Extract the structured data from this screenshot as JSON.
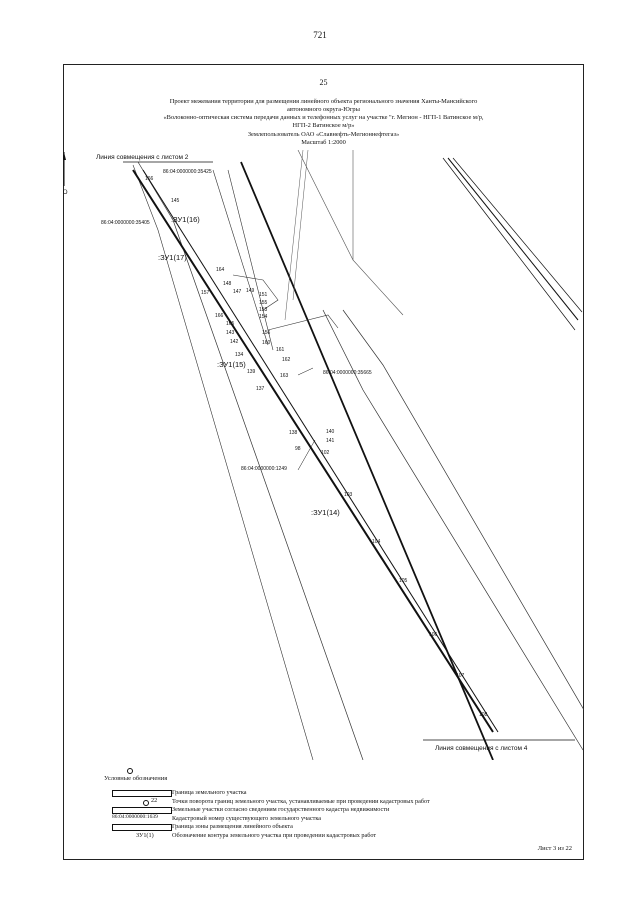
{
  "page_number": "721",
  "sheet_number": "25",
  "title_lines": [
    "Проект межевания территории для размещения линейного объекта регионального значения Ханты-Мансийского",
    "автономного округа-Югры",
    "«Волоконно-оптическая система передачи данных и телефонных услуг на участке \"г. Мегион - НГП-1 Ватинское м/р,",
    "НГП-2 Ватинское м/р»",
    "Землепользователь ОАО «Славнефть-Мегионнефтегаз»",
    "Масштаб 1:2000"
  ],
  "north_arrow": {
    "top": "С",
    "bottom": "Ю"
  },
  "map_labels": {
    "join_top": "Линия совмещения с листом 2",
    "join_bottom": "Линия совмещения с листом 4",
    "cadastral_1": "86:04:0000000:35425",
    "cadastral_2": "86:04:0000000:35405",
    "cadastral_3": "86:04:0000000:35665",
    "cadastral_4": "86:04:0000000:1249"
  },
  "zones": [
    ":ЗУ1(16)",
    ":ЗУ1(17)",
    ":ЗУ1(15)",
    ":ЗУ1(14)"
  ],
  "points": [
    {
      "n": "166"
    },
    {
      "n": "145"
    },
    {
      "n": "164"
    },
    {
      "n": "148"
    },
    {
      "n": "147"
    },
    {
      "n": "149"
    },
    {
      "n": "151"
    },
    {
      "n": "155"
    },
    {
      "n": "153"
    },
    {
      "n": "154"
    },
    {
      "n": "157"
    },
    {
      "n": "166"
    },
    {
      "n": "165"
    },
    {
      "n": "143"
    },
    {
      "n": "142"
    },
    {
      "n": "156"
    },
    {
      "n": "160"
    },
    {
      "n": "161"
    },
    {
      "n": "162"
    },
    {
      "n": "134"
    },
    {
      "n": "139"
    },
    {
      "n": "163"
    },
    {
      "n": "137"
    },
    {
      "n": "138"
    },
    {
      "n": "140"
    },
    {
      "n": "141"
    },
    {
      "n": "98"
    },
    {
      "n": "102"
    },
    {
      "n": "103"
    },
    {
      "n": "104"
    },
    {
      "n": "105"
    },
    {
      "n": "106"
    },
    {
      "n": "107"
    },
    {
      "n": "108"
    }
  ],
  "legend": {
    "title": "Условные обозначения",
    "items": [
      {
        "symbol": "",
        "text": "Граница земельного участка"
      },
      {
        "symbol": "22",
        "text": "Точки поворота границ земельного участка, устанавливаемые при проведении кадастровых работ"
      },
      {
        "symbol": "",
        "text": "Земельные участки согласно сведениям государственного кадастра недвижимости"
      },
      {
        "symbol": "86:04:0000000:1639",
        "text": "Кадастровый номер существующего земельного участка"
      },
      {
        "symbol": "",
        "text": "Граница зоны размещения линейного объекта"
      },
      {
        "symbol": "ЗУ1(1)",
        "text": "Обозначение контура земельного участка при проведении кадастровых работ"
      }
    ]
  },
  "sheet_of": "Лист 3 из 22"
}
